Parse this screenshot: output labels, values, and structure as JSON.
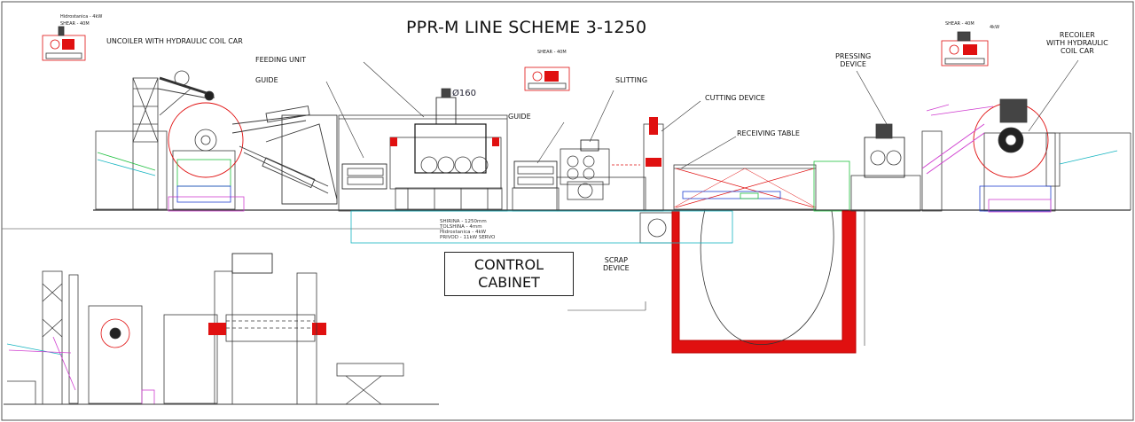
{
  "title": "PPR-M LINE SCHEME 3-1250",
  "labels": {
    "uncoiler": "UNCOILER WITH HYDRAULIC COIL CAR",
    "feeding_unit": "FEEDING UNIT",
    "guide_1": "GUIDE",
    "guide_2": "GUIDE",
    "slitting": "SLITTING",
    "cutting_device": "CUTTING DEVICE",
    "receiving_table": "RECEIVING TABLE",
    "pressing_device": "PRESSING\nDEVICE",
    "recoiler": "RECOILER\nWITH HYDRAULIC\nCOIL CAR",
    "scrap_device": "SCRAP\nDEVICE",
    "control_cabinet": "CONTROL\nCABINET",
    "dimension": "Ø160"
  },
  "spec_text": "SHIRINA - 1250mm\nTOLSHINA - 4mm\nHidrostanica - 4kW\nPRIVOD - 11kW SERVO",
  "unit_tags": {
    "left_top_1": "Hidrostanica - 4kW",
    "left_top_2": "SHEAR - 40M",
    "mid_top": "SHEAR - 40M",
    "right_top_1": "SHEAR - 40M",
    "right_top_2": "4kW"
  },
  "colors": {
    "line": "#3a3a3a",
    "red": "#e01010",
    "cyan": "#14b4c0",
    "magenta": "#d040d0",
    "green": "#20c040",
    "blue": "#2040d0"
  }
}
